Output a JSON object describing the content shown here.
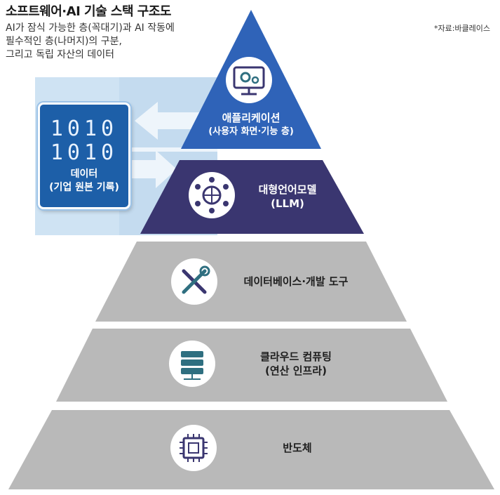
{
  "header": {
    "title": "소프트웨어·AI 기술 스택 구조도",
    "subtitle_lines": [
      "AI가 잠식 가능한 층(꼭대기)과 AI 작동에",
      "필수적인 층(나머지)의 구분,",
      "그리고 독립 자산의 데이터"
    ],
    "source": "*자료:바클레이스"
  },
  "data_block": {
    "binary_top": "1010",
    "binary_bottom": "1010",
    "label": "데이터",
    "sublabel": "(기업 원본 기록)"
  },
  "layers": [
    {
      "id": "application",
      "label": "애플리케이션",
      "sublabel": "(사용자 화면·기능 층)",
      "icon": "monitor-gear-icon",
      "color": "#2f63b8"
    },
    {
      "id": "llm",
      "label": "대형언어모델",
      "sublabel": "(LLM)",
      "icon": "network-globe-icon",
      "color": "#3a3670"
    },
    {
      "id": "database",
      "label": "데이터베이스·개발 도구",
      "sublabel": "",
      "icon": "wrench-screwdriver-icon",
      "color": "#b9b9b9"
    },
    {
      "id": "cloud",
      "label": "클라우드 컴퓨팅",
      "sublabel": "(연산 인프라)",
      "icon": "server-rack-icon",
      "color": "#b9b9b9"
    },
    {
      "id": "semiconductor",
      "label": "반도체",
      "sublabel": "",
      "icon": "chip-icon",
      "color": "#b9b9b9"
    }
  ],
  "colors": {
    "data_panel_bg": "#cfe3f3",
    "data_box": "#1d5fa8",
    "icon_teal": "#2f6f80",
    "icon_navy": "#3a3670"
  }
}
